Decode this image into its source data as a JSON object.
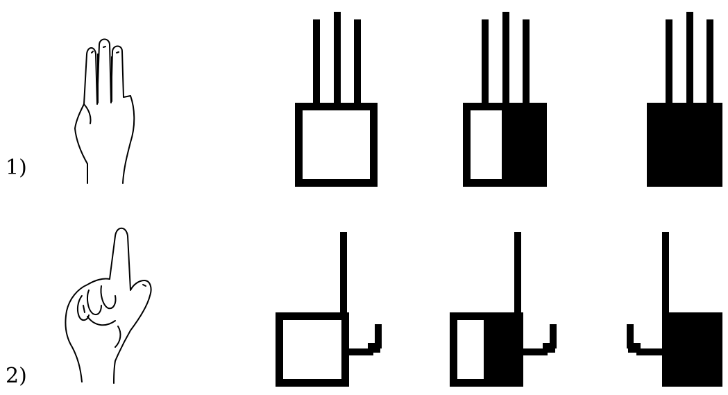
{
  "rows": [
    {
      "label": "1)",
      "hand": "three-fingers-raised"
    },
    {
      "label": "2)",
      "hand": "index-finger-raised"
    }
  ],
  "colors": {
    "ink": "#000000",
    "paper": "#ffffff"
  }
}
